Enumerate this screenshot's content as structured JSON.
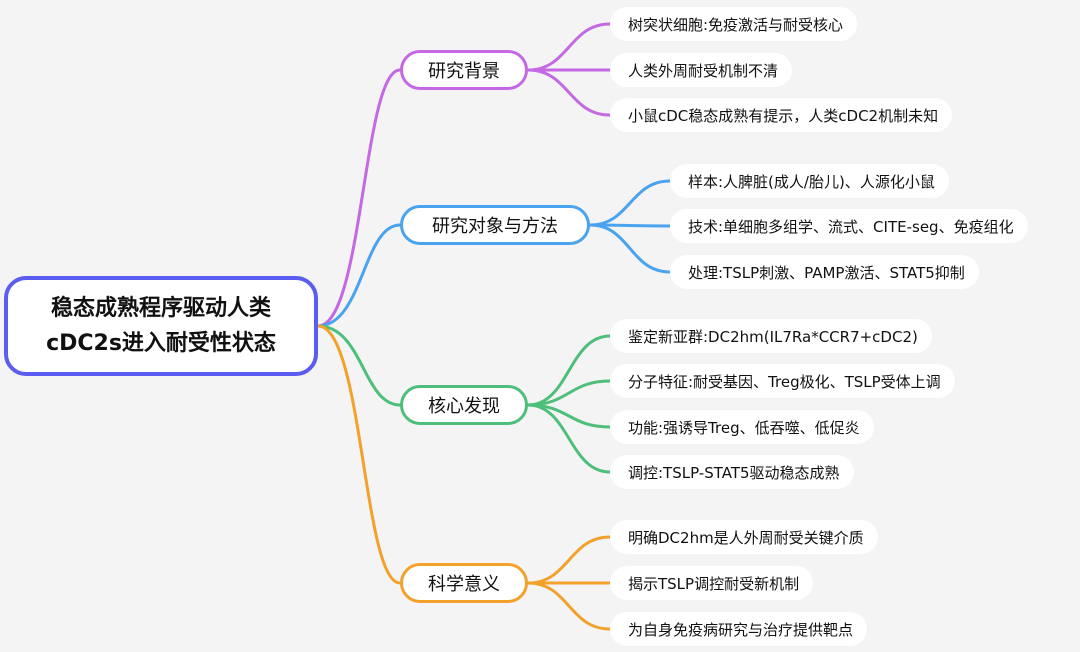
{
  "colors": {
    "background": "#f4f4f5",
    "root_border": "#5b5cf0",
    "background_branch": "#c468e3",
    "methods_branch": "#4aa3ee",
    "findings_branch": "#4dbf7a",
    "significance_branch": "#f2a12b"
  },
  "root": {
    "title_line1": "稳态成熟程序驱动人类",
    "title_line2": "cDC2s进入耐受性状态"
  },
  "branches": [
    {
      "label": "研究背景",
      "icon": "none",
      "items": [
        "树突状细胞:免疫激活与耐受核心",
        "人类外周耐受机制不清",
        "小鼠cDC稳态成熟有提示，人类cDC2机制未知"
      ]
    },
    {
      "label": "研究对象与方法",
      "items": [
        "样本:人脾脏(成人/胎儿)、人源化小鼠",
        "技术:单细胞多组学、流式、CITE-seg、免疫组化",
        "处理:TSLP刺激、PAMP激活、STAT5抑制"
      ]
    },
    {
      "label": "核心发现",
      "items": [
        "鉴定新亚群:DC2hm(IL7Ra*CCR7+cDC2)",
        "分子特征:耐受基因、Treg极化、TSLP受体上调",
        "功能:强诱导Treg、低吞噬、低促炎",
        "调控:TSLP-STAT5驱动稳态成熟"
      ]
    },
    {
      "label": "科学意义",
      "items": [
        "明确DC2hm是人外周耐受关键介质",
        "揭示TSLP调控耐受新机制",
        "为自身免疫病研究与治疗提供靶点"
      ]
    }
  ]
}
